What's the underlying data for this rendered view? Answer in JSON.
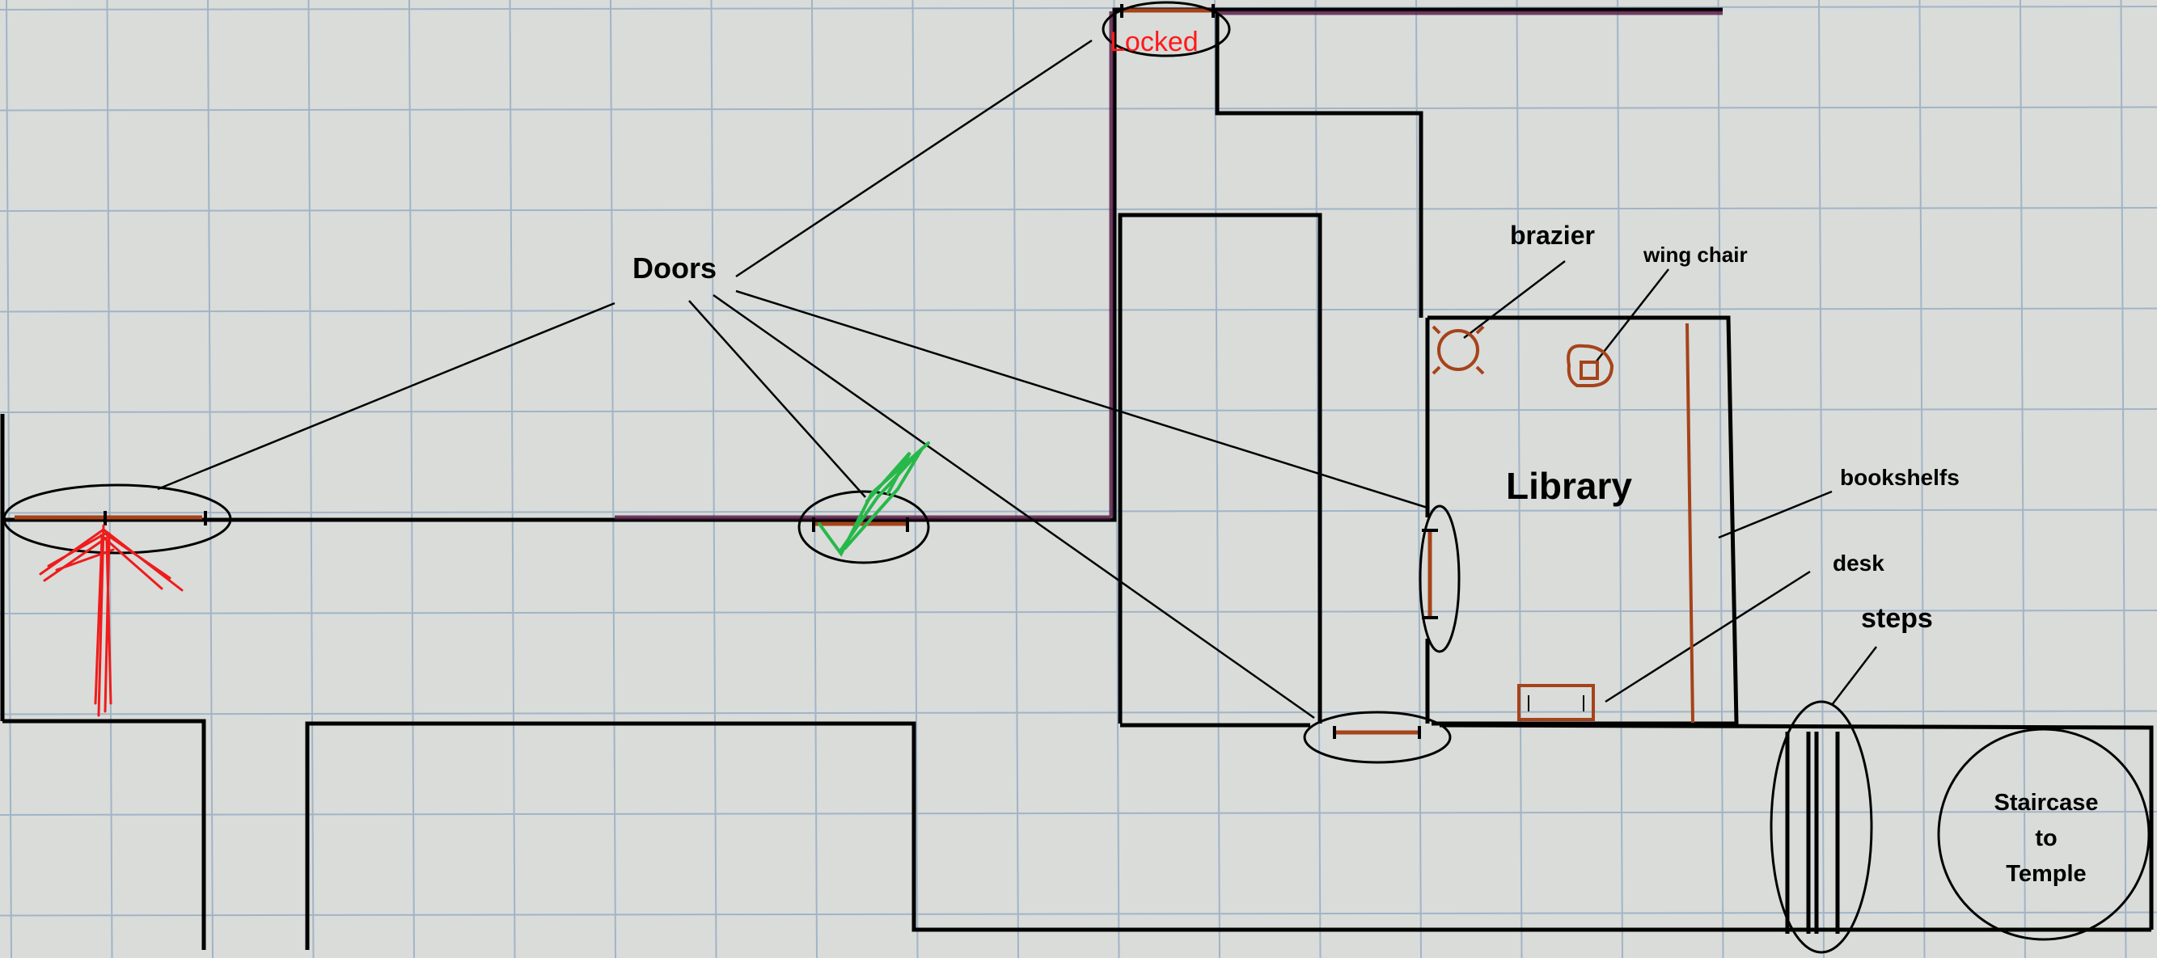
{
  "labels": {
    "doors": "Doors",
    "locked": "Locked",
    "library": "Library",
    "brazier": "brazier",
    "wing_chair": "wing chair",
    "bookshelfs": "bookshelfs",
    "desk": "desk",
    "steps": "steps",
    "staircase": [
      "Staircase",
      "to",
      "Temple"
    ]
  },
  "colors": {
    "paper": "#d9dcd9",
    "grid": "#8fa7c2",
    "wall": "#000000",
    "purple_wall": "#5a1f4a",
    "furniture": "#a6431a",
    "locked_text": "#ff1a1a",
    "check_mark": "#27b84a",
    "arrow": "#ee1c1c"
  },
  "icons": {
    "arrow": "red-up-arrow-icon",
    "check": "green-check-icon",
    "brazier": "brazier-icon",
    "wing_chair": "wing-chair-icon",
    "desk": "desk-icon"
  }
}
